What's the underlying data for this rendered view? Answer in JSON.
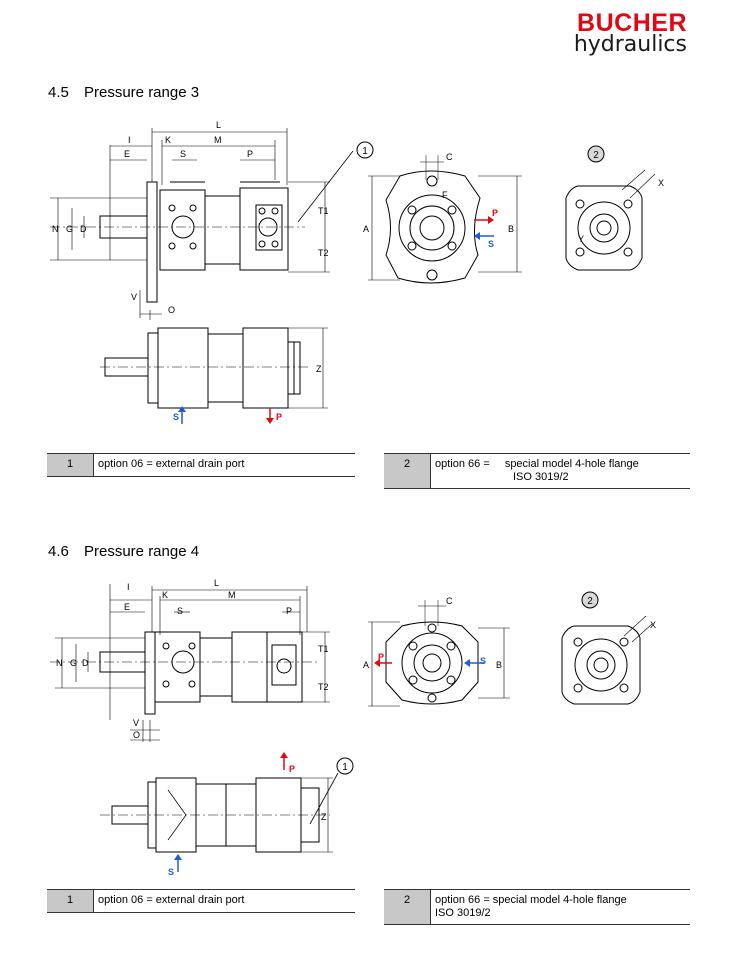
{
  "header": {
    "brand": "BUCHER",
    "sub": "hydraulics"
  },
  "sections": [
    {
      "number": "4.5",
      "title": "Pressure range 3",
      "legend": [
        {
          "n": "1",
          "text": "option 06 = external drain port"
        },
        {
          "n": "2",
          "text": "option 66 =",
          "text2": "special model 4-hole flange",
          "text3": "ISO 3019/2"
        }
      ]
    },
    {
      "number": "4.6",
      "title": "Pressure range 4",
      "legend": [
        {
          "n": "1",
          "text": "option 06 = external drain port"
        },
        {
          "n": "2",
          "text": "option 66 = special model 4-hole flange",
          "text2": "ISO 3019/2"
        }
      ]
    }
  ],
  "dims": {
    "I": "I",
    "E": "E",
    "K": "K",
    "L": "L",
    "S": "S",
    "M": "M",
    "P": "P",
    "N": "N",
    "G": "G",
    "D": "D",
    "T1": "T1",
    "T2": "T2",
    "V": "V",
    "O": "O",
    "C": "C",
    "A": "A",
    "B": "B",
    "X": "X",
    "Z": "Z",
    "F": "F",
    "Y": "Y"
  },
  "callouts": {
    "c1": "1",
    "c2": "2"
  },
  "colors": {
    "brand": "#e30613",
    "pressure": "#e30613",
    "suction": "#1e5bd6",
    "legend_bg": "#c8c8c8"
  }
}
